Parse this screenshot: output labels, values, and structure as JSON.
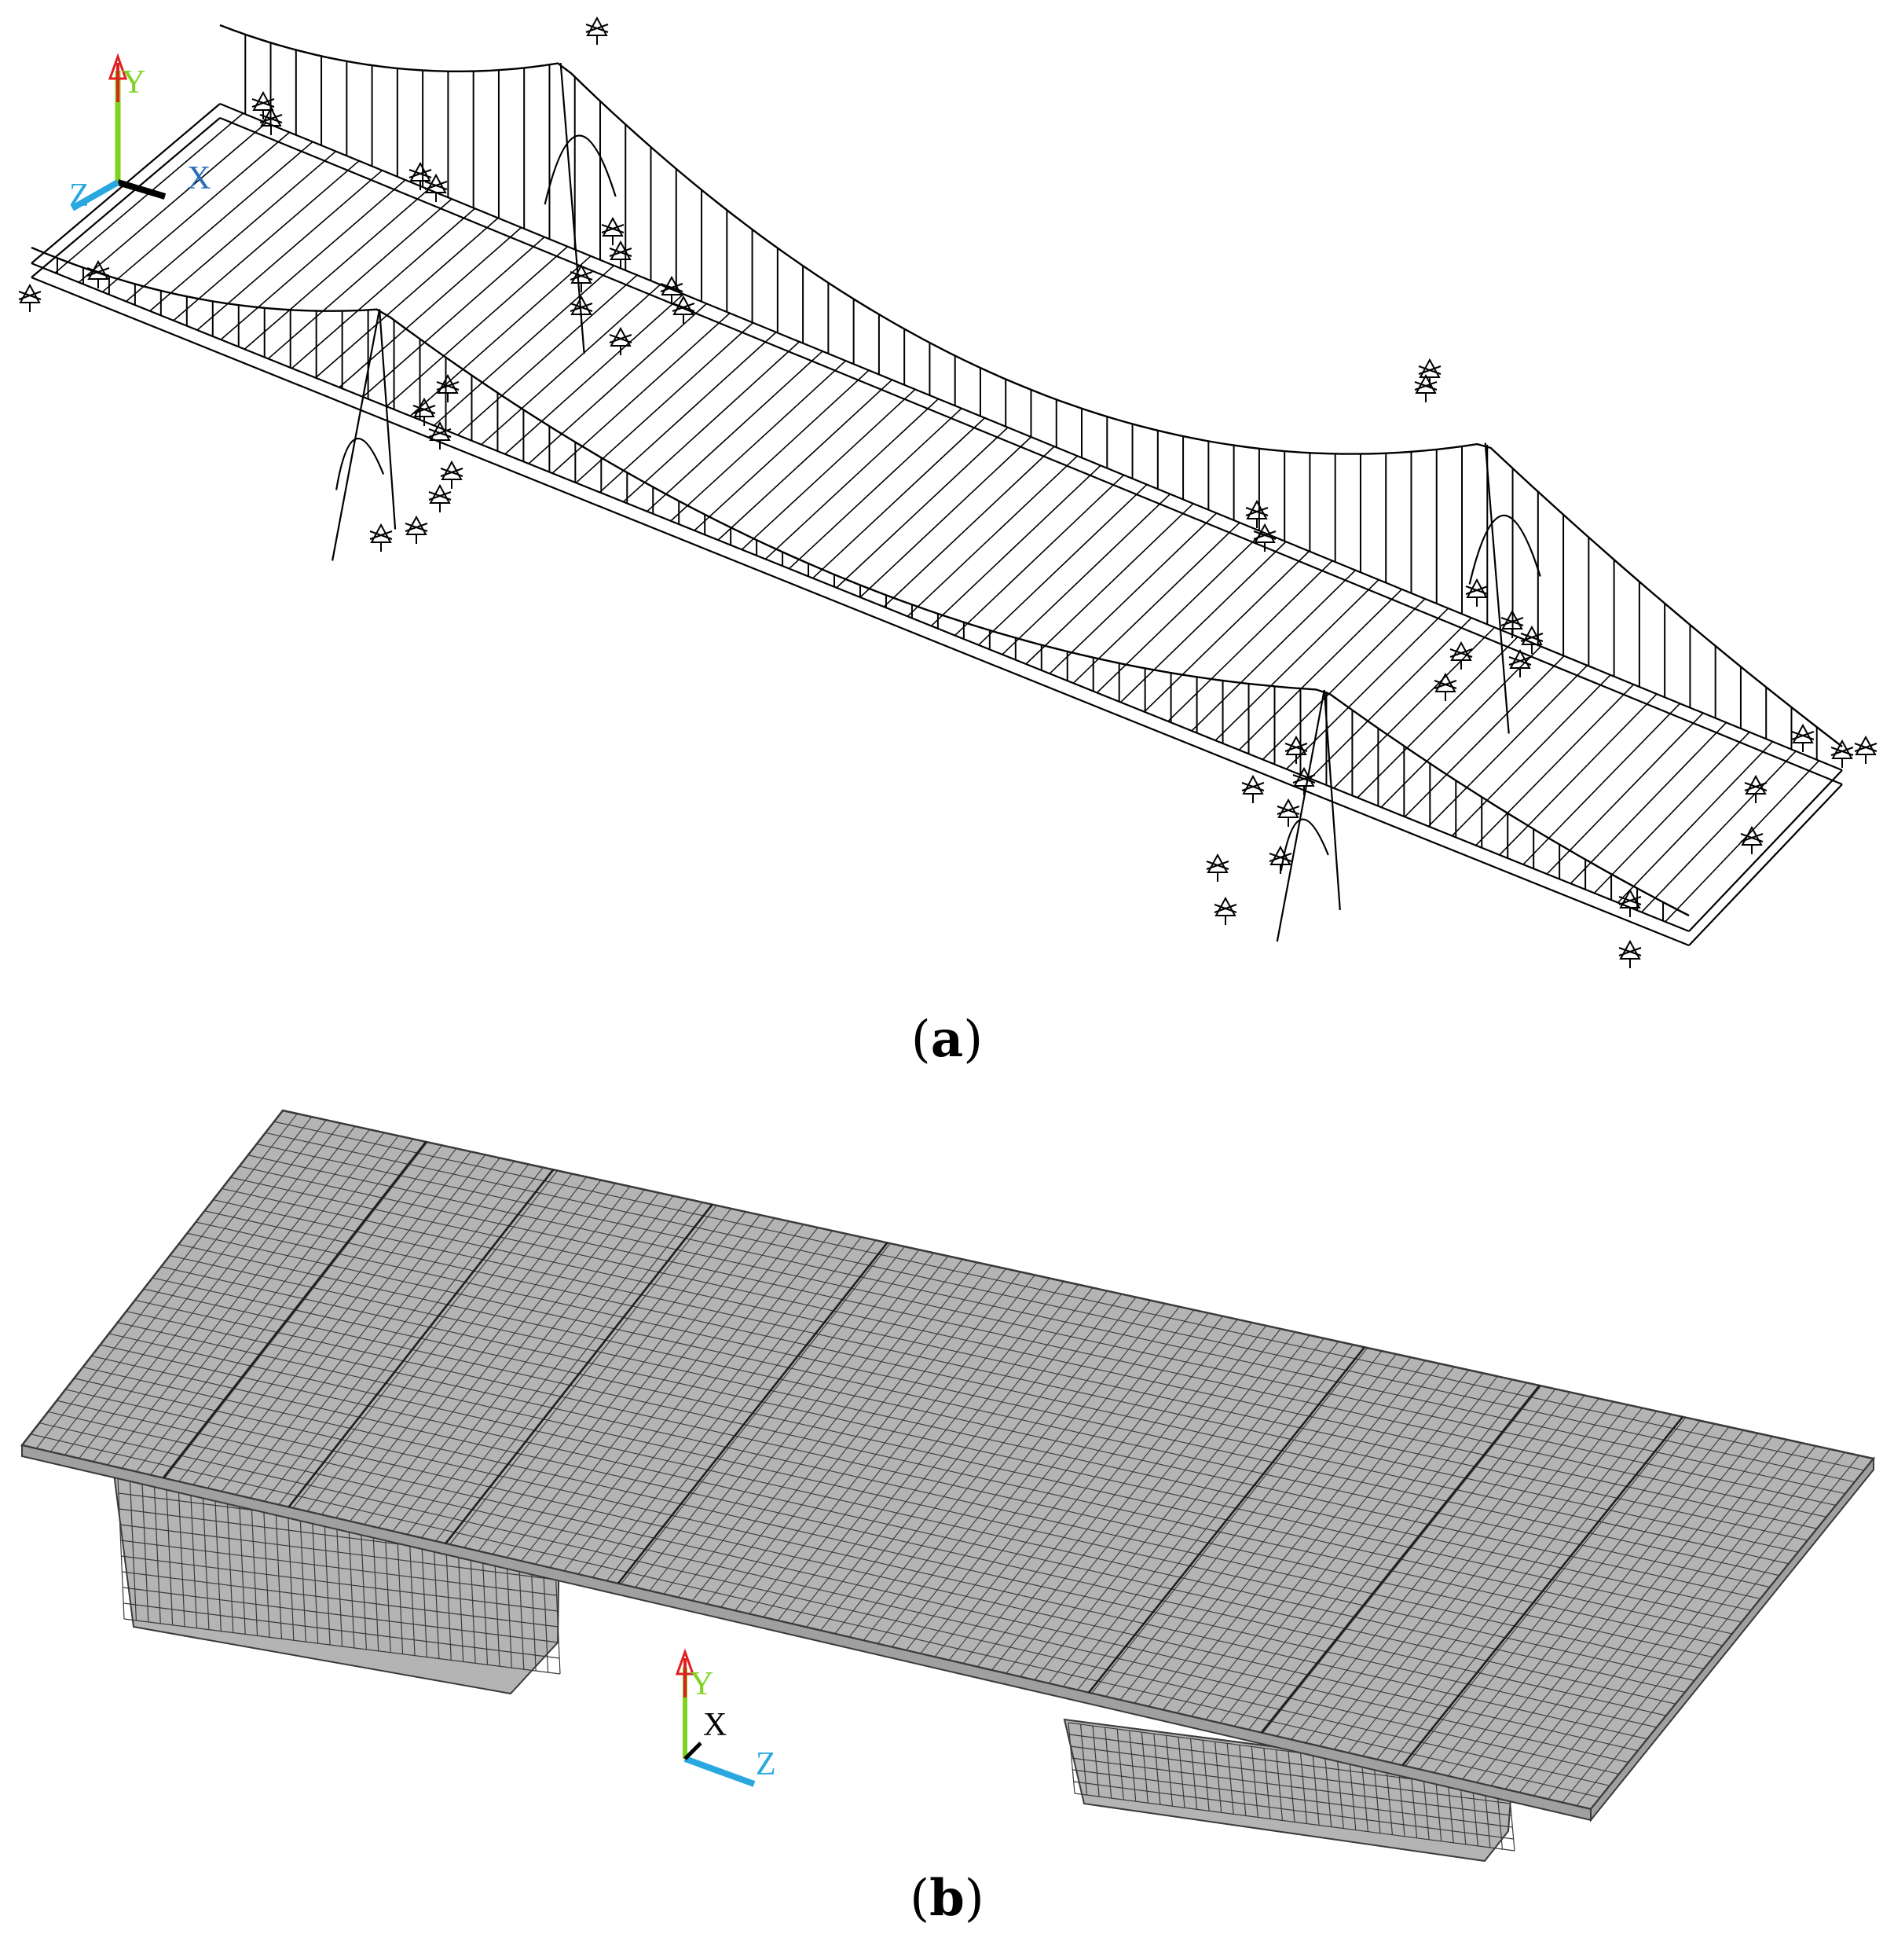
{
  "figure": {
    "panel_a": {
      "caption_open": "(",
      "caption_letter": "a",
      "caption_close": ")",
      "triad": {
        "y_label": "Y",
        "x_label": "X",
        "z_label": "Z"
      }
    },
    "panel_b": {
      "caption_open": "(",
      "caption_letter": "b",
      "caption_close": ")",
      "triad": {
        "y_label": "Y",
        "x_label": "X",
        "z_label": "Z"
      }
    },
    "colors": {
      "line": "#000000",
      "mesh_fill": "#b4b4b4",
      "mesh_line": "#3a3a3a",
      "axis_y": "#e02020",
      "axis_y_stem": "#7ed321",
      "axis_x": "#000000",
      "axis_z": "#29a8e0"
    }
  }
}
